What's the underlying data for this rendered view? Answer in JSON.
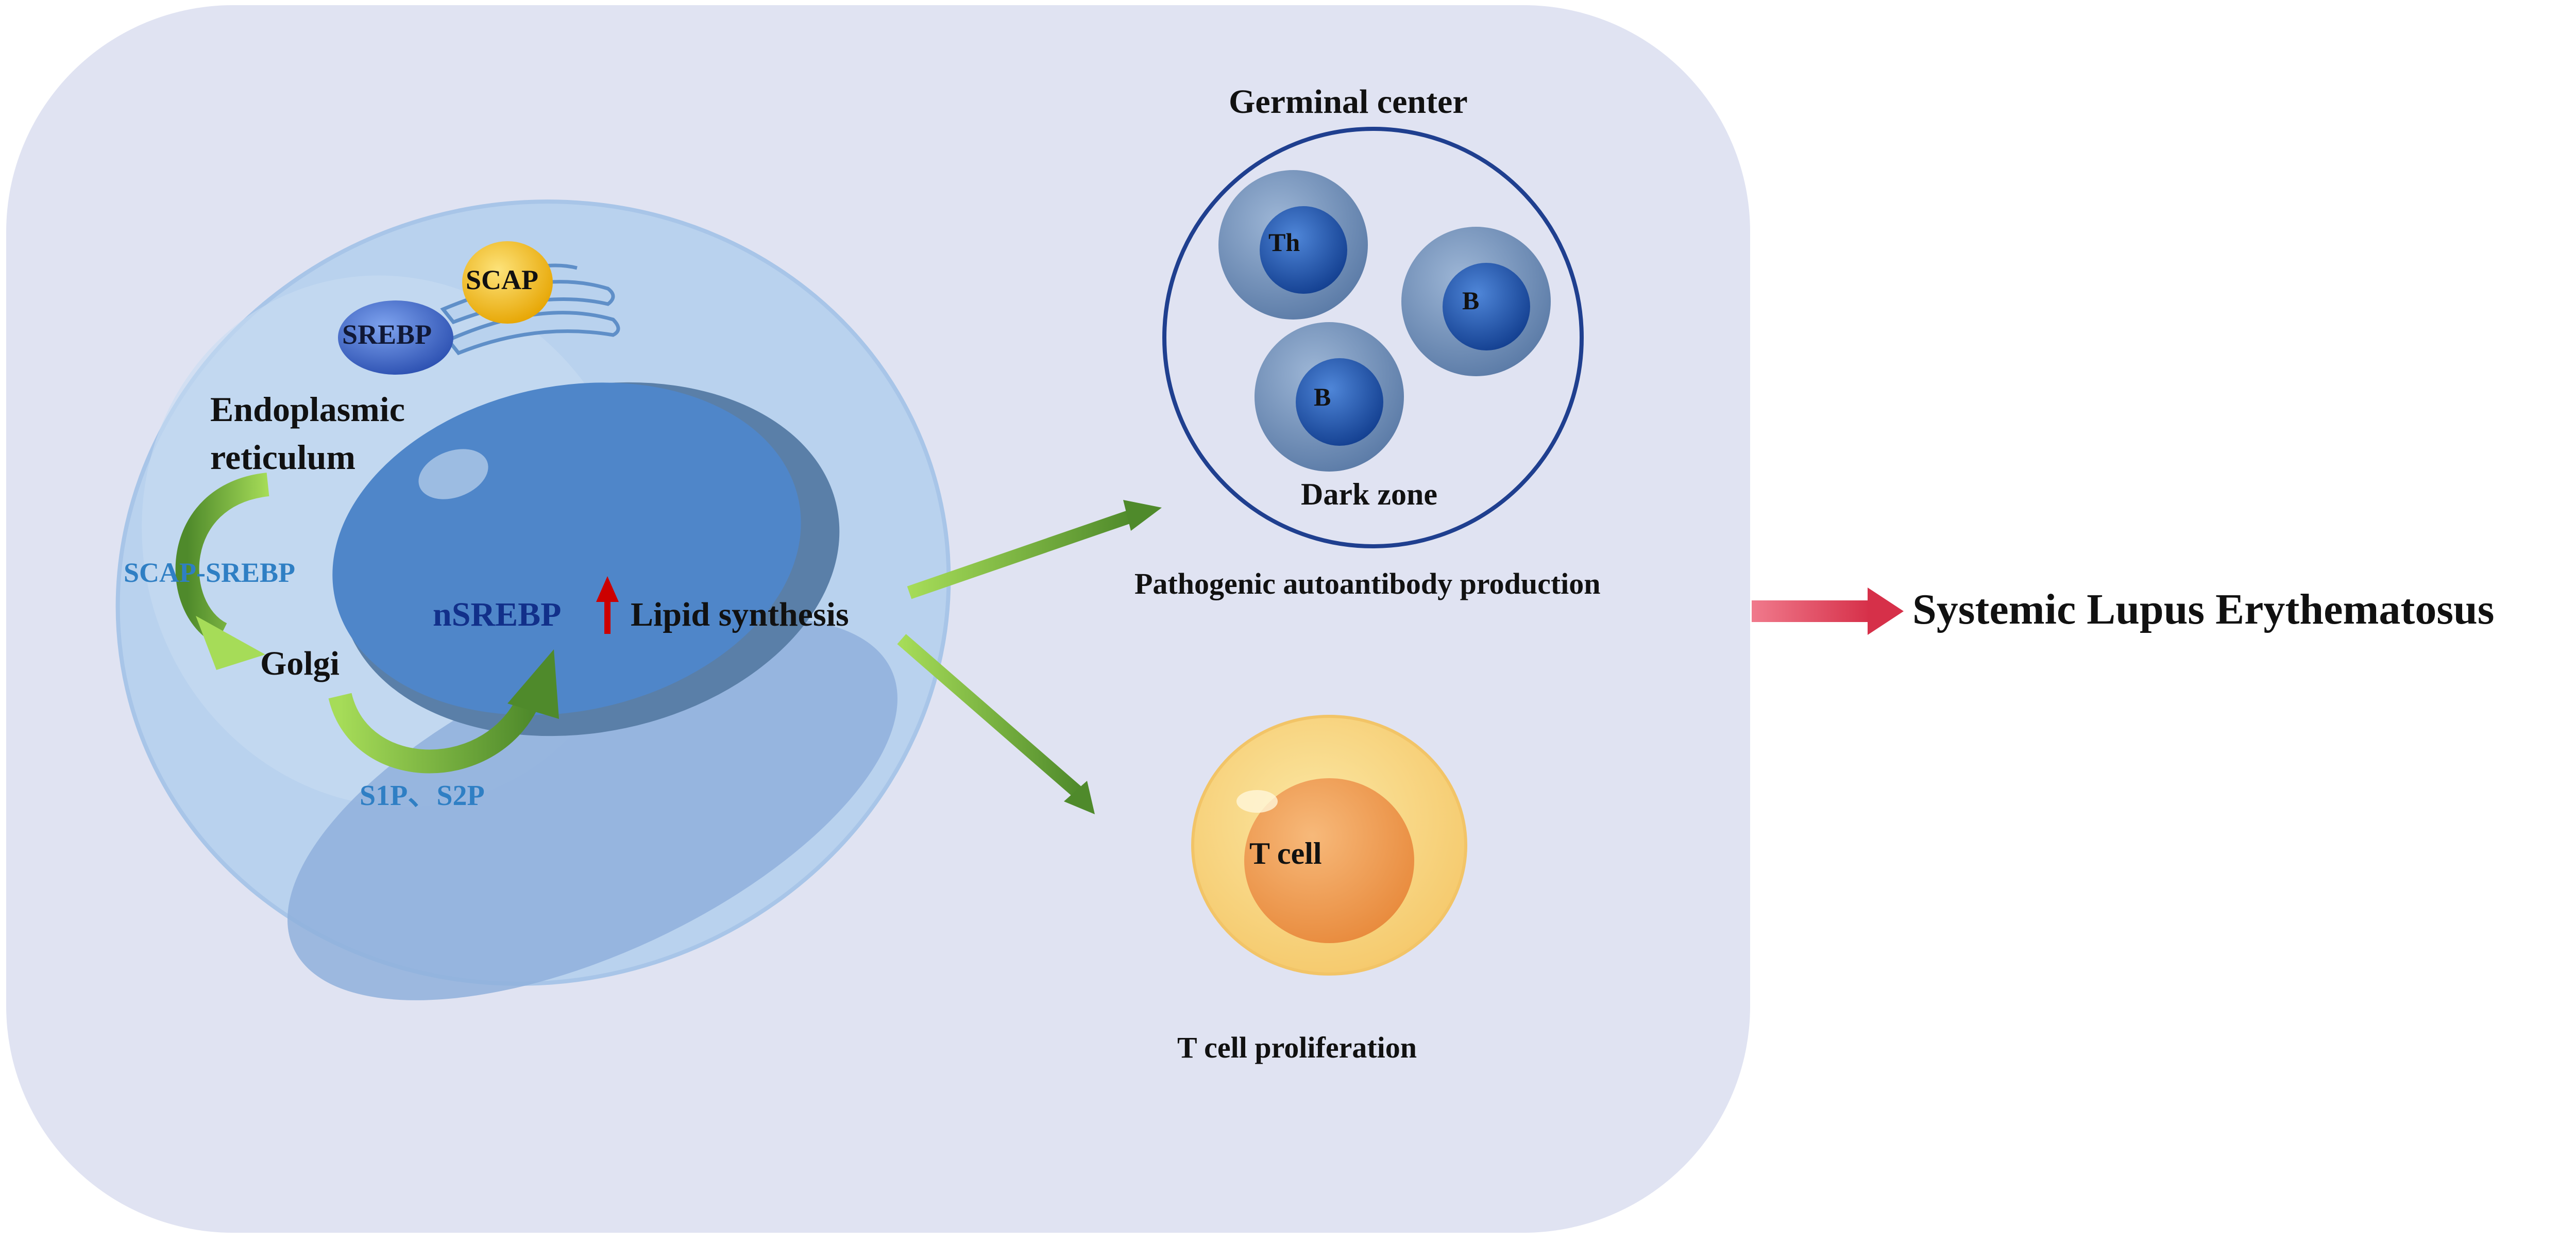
{
  "diagram": {
    "organelles": {
      "scap": "SCAP",
      "srebp": "SREBP",
      "er_line1": "Endoplasmic",
      "er_line2": "reticulum",
      "scap_srebp": "SCAP-SREBP",
      "golgi": "Golgi",
      "proteases": "S1P、S2P",
      "nsrebp": "nSREBP",
      "lipid_synthesis": "Lipid synthesis"
    },
    "germinal_center": {
      "title": "Germinal center",
      "cells": [
        "Th",
        "B",
        "B"
      ],
      "zone": "Dark zone",
      "caption": "Pathogenic autoantibody production"
    },
    "t_cell": {
      "label": "T cell",
      "caption": "T cell proliferation"
    },
    "outcome": "Systemic Lupus Erythematosus",
    "colors": {
      "panel": "#e0e3f2",
      "cell_outer": "#b9d2ee",
      "nucleus": "#4f86c9",
      "arrow_green": "#7cb83e",
      "outcome_arrow": "#e0455c",
      "up_arrow": "#cc0000",
      "scap": "#f2b705",
      "srebp": "#3e67c9"
    }
  }
}
